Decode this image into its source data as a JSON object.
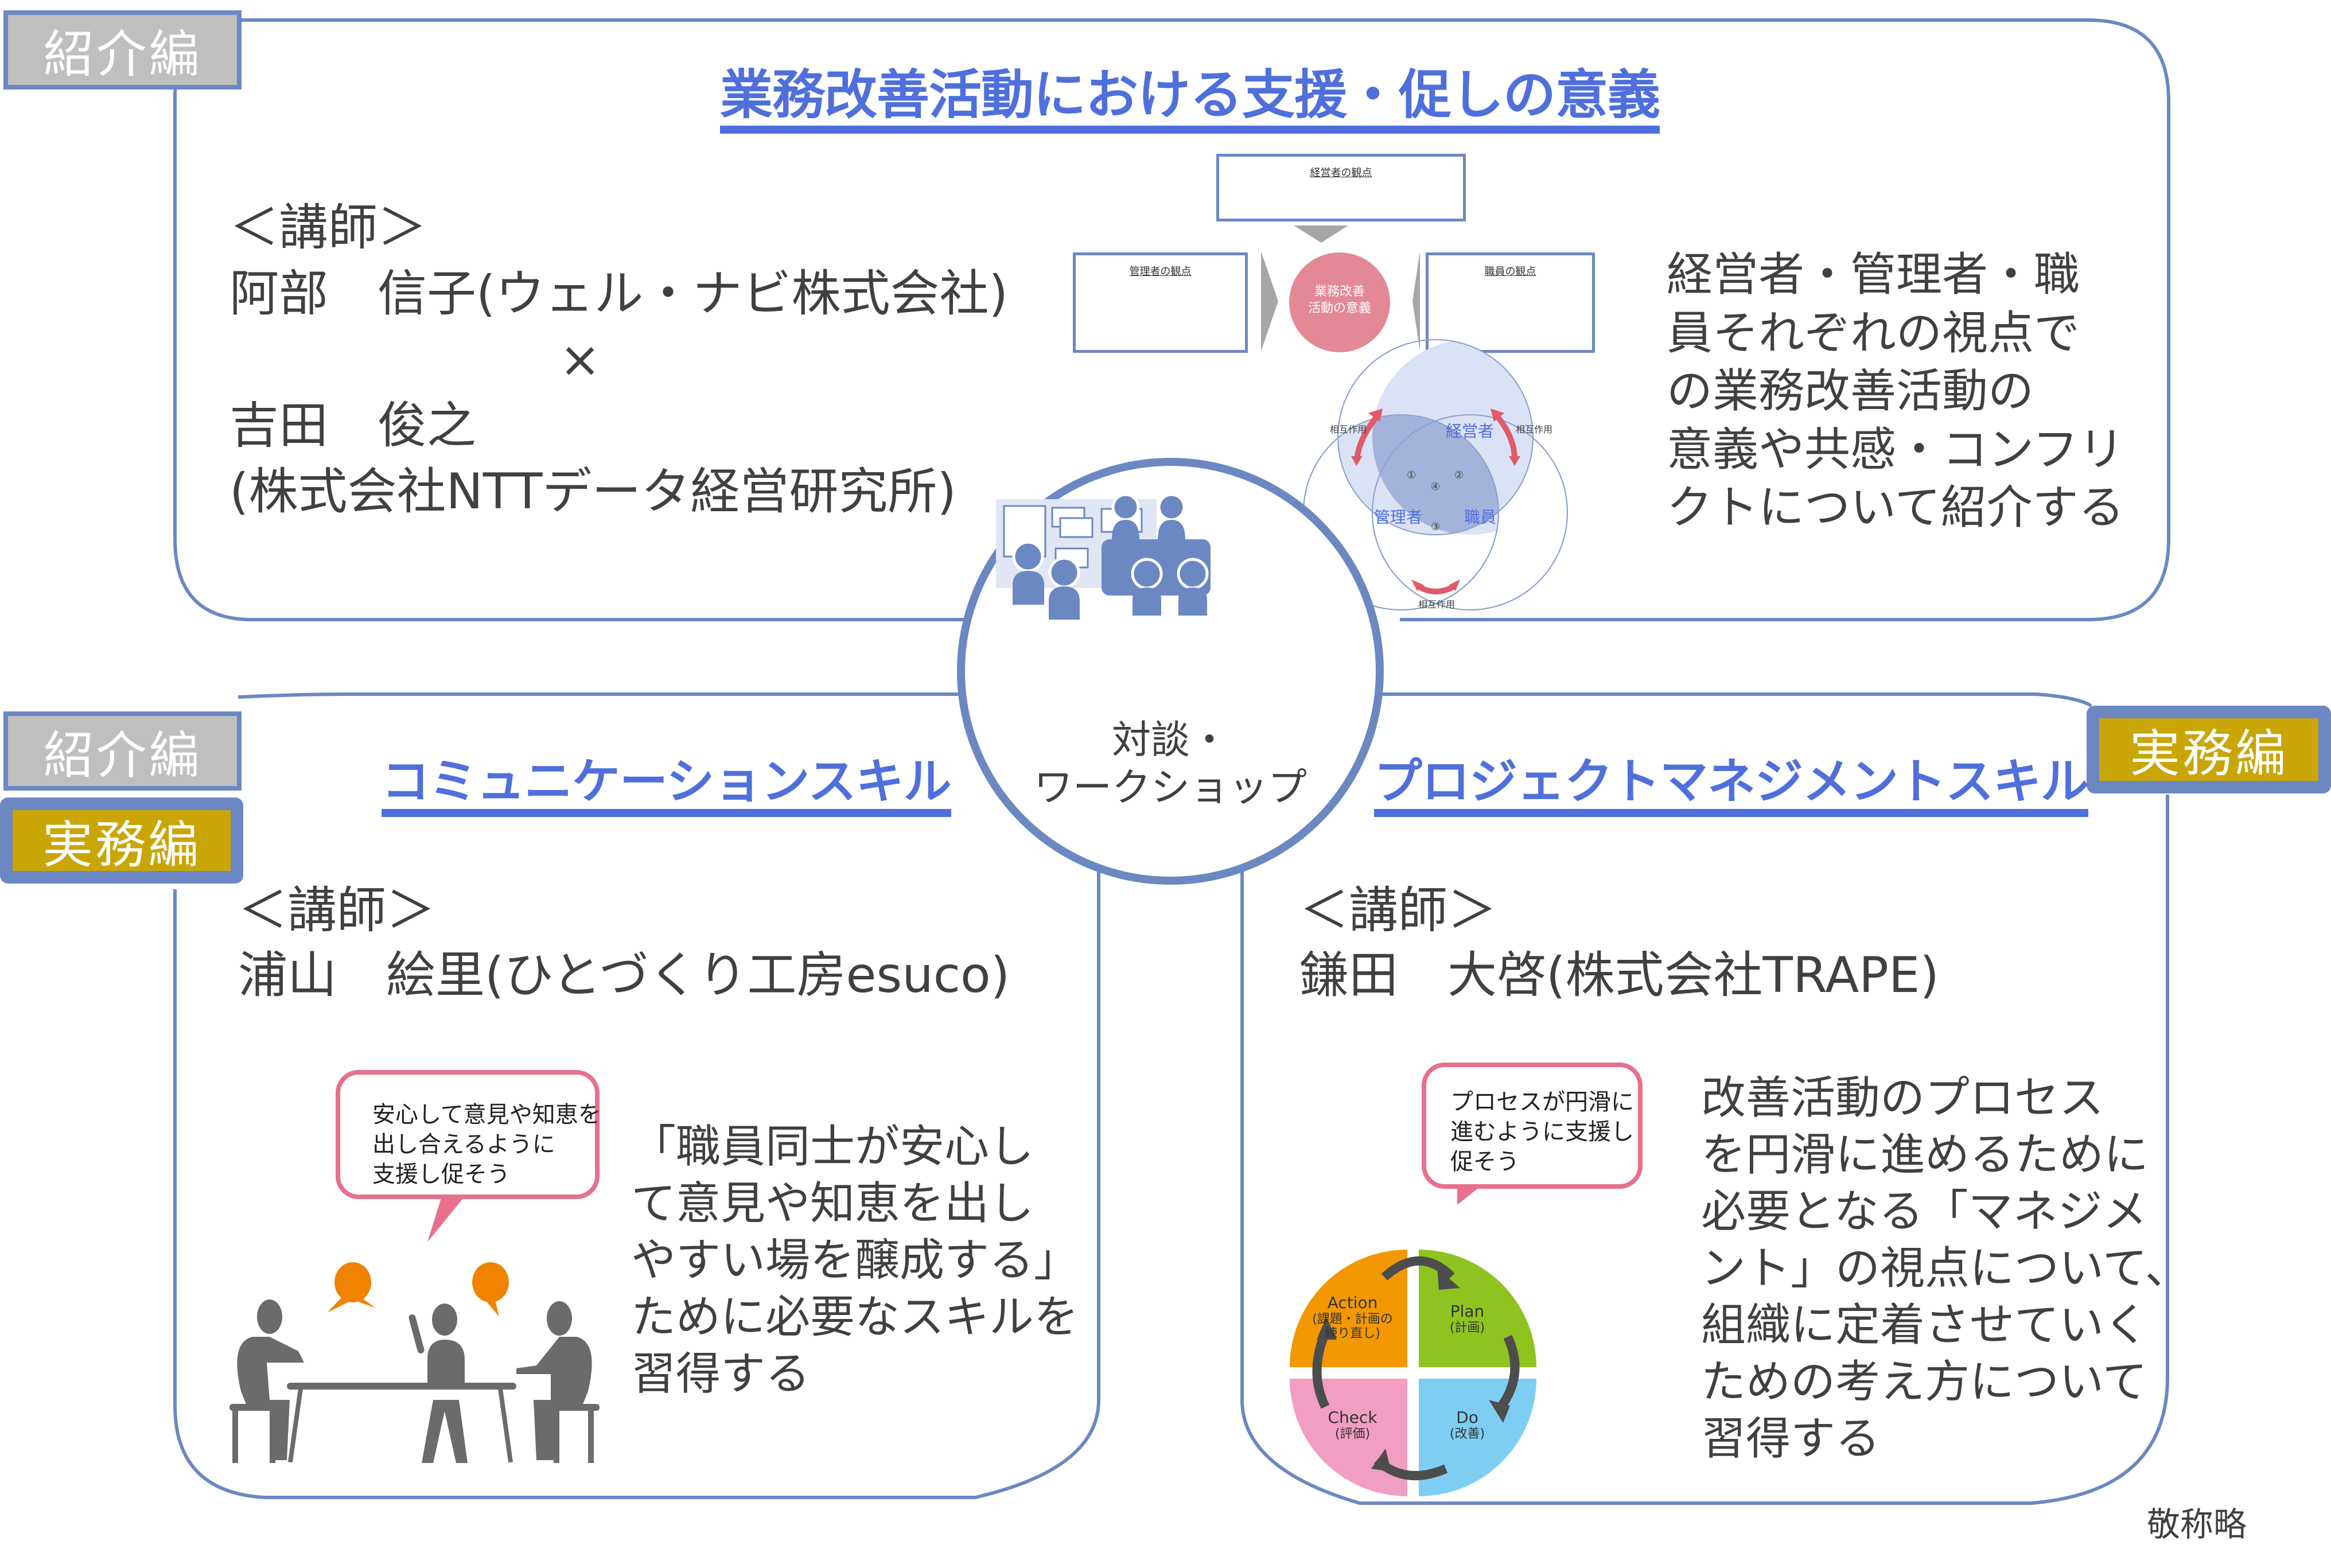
{
  "top_section": {
    "badge": "紹介編",
    "title": "業務改善活動における支援・促しの意義",
    "lecturer_heading": "＜講師＞",
    "lecturer_lines": [
      "阿部　信子(ウェル・ナビ株式会社)",
      "×",
      "吉田　俊之",
      "(株式会社NTTデータ経営研究所)"
    ],
    "description_lines": [
      "経営者・管理者・職",
      "員それぞれの視点で",
      "の業務改善活動の",
      "意義や共感・コンフリ",
      "クトについて紹介する"
    ],
    "perspective_diagram": {
      "top_box": "経営者の観点",
      "left_box": "管理者の観点",
      "right_box": "職員の観点",
      "center_ellipse": [
        "業務改善",
        "活動の意義"
      ]
    },
    "venn_diagram": {
      "circles": [
        "経営者",
        "管理者",
        "職員"
      ],
      "region_numbers": [
        "①",
        "②",
        "③",
        "④"
      ],
      "interaction_label": "相互作用"
    }
  },
  "center_hub": {
    "label_lines": [
      "対談・",
      "ワークショップ"
    ]
  },
  "bottom_left_section": {
    "badges": [
      "紹介編",
      "実務編"
    ],
    "title": "コミュニケーションスキル",
    "lecturer_heading": "＜講師＞",
    "lecturer": "浦山　絵里(ひとづくり工房esuco)",
    "speech_bubble_lines": [
      "安心して意見や知恵を",
      "出し合えるように",
      "支援し促そう"
    ],
    "description_lines": [
      "「職員同士が安心し",
      "て意見や知恵を出し",
      "やすい場を醸成する」",
      "ために必要なスキルを",
      "習得する"
    ]
  },
  "bottom_right_section": {
    "badge": "実務編",
    "title": "プロジェクトマネジメントスキル",
    "lecturer_heading": "＜講師＞",
    "lecturer": "鎌田　大啓(株式会社TRAPE)",
    "speech_bubble_lines": [
      "プロセスが円滑に",
      "進むように支援し",
      "促そう"
    ],
    "pdca": [
      {
        "name": "Action",
        "sub_lines": [
          "(課題・計画の",
          "練り直し)"
        ],
        "color": "#f39800"
      },
      {
        "name": "Plan",
        "sub_lines": [
          "(計画)"
        ],
        "color": "#8fc31f"
      },
      {
        "name": "Do",
        "sub_lines": [
          "(改善)"
        ],
        "color": "#7ecef4"
      },
      {
        "name": "Check",
        "sub_lines": [
          "(評価)"
        ],
        "color": "#f19ec2"
      }
    ],
    "description_lines": [
      "改善活動のプロセス",
      "を円滑に進めるために",
      "必要となる「マネジメ",
      "ント」の視点について、",
      "組織に定着させていく",
      "ための考え方について",
      "習得する"
    ]
  },
  "footnote": "敬称略",
  "colors": {
    "frame": "#6b88c2",
    "title": "#4f6fdc",
    "badge_intro": "#bfbfbf",
    "badge_practice": "#c9a606",
    "ellipse": "#e38995",
    "arrow_red": "#e05a6a",
    "speech_border": "#e7708c"
  }
}
